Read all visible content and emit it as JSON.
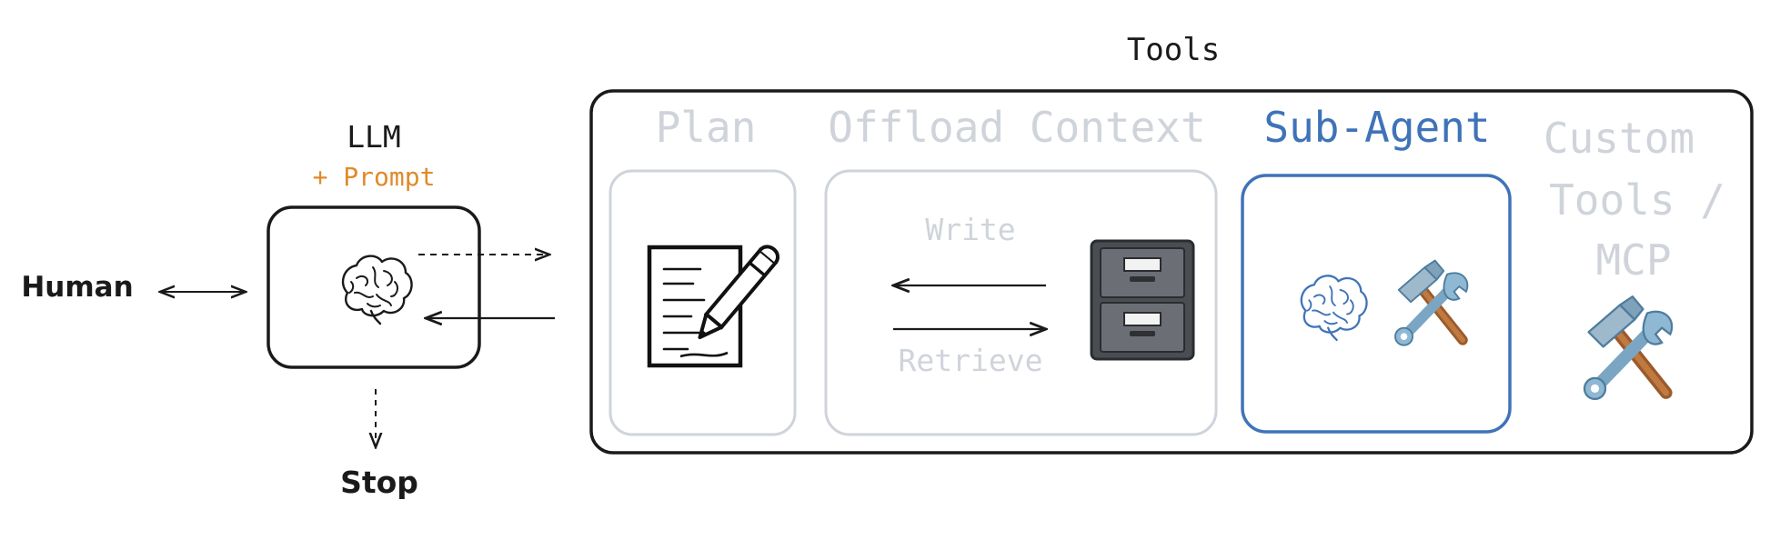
{
  "colors": {
    "ink": "#1a1a1a",
    "muted": "#cfd3da",
    "accent": "#3f73b8",
    "orange": "#e08a2a"
  },
  "left": {
    "human": "Human",
    "llm": "LLM",
    "prompt": "+ Prompt",
    "stop": "Stop",
    "icon": "brain-icon"
  },
  "tools": {
    "title": "Tools",
    "plan": {
      "label": "Plan",
      "icon": "notepad-pencil-icon"
    },
    "offload": {
      "label": "Offload Context",
      "write": "Write",
      "retrieve": "Retrieve",
      "icon": "file-cabinet-icon"
    },
    "subagent": {
      "label": "Sub-Agent",
      "icons": [
        "brain-icon",
        "hammer-wrench-icon"
      ]
    },
    "custom": {
      "line1": "Custom",
      "line2": "Tools /",
      "line3": "MCP",
      "icon": "hammer-wrench-icon"
    }
  }
}
